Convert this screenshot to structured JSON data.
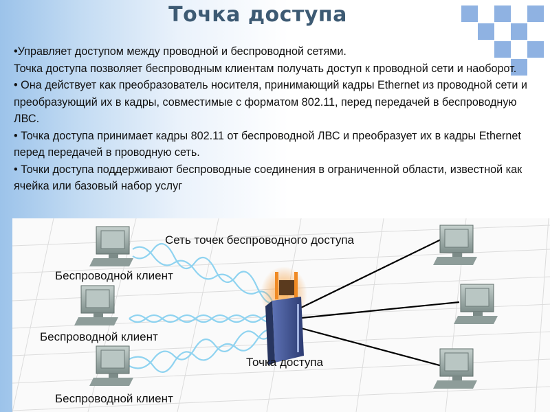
{
  "slide": {
    "title": "Точка доступа",
    "paragraphs": [
      "•Управляет доступом между проводной и беспроводной сетями.",
      "Точка доступа позволяет беспроводным клиентам получать доступ к проводной сети и наоборот.",
      "• Она действует как преобразователь носителя, принимающий кадры Ethernet из проводной сети и преобразующий их в кадры, совместимые с форматом 802.11, перед передачей в беспроводную ЛВС.",
      "• Точка доступа принимает кадры 802.11 от беспроводной ЛВС и преобразует их в кадры Ethernet перед передачей в проводную сеть.",
      "• Точки доступа поддерживают беспроводные соединения в ограниченной области, известной как ячейка или базовый набор услуг"
    ]
  },
  "diagram": {
    "network_label": "Сеть точек беспроводного доступа",
    "access_point_label": "Точка доступа",
    "client_labels": [
      "Беспроводной клиент",
      "Беспроводной клиент",
      "Беспроводной клиент"
    ]
  },
  "colors": {
    "title": "#3d5a73",
    "squares": "#8fb2e2",
    "wave": "#8fd3f0",
    "monitor": "#9aa9a6",
    "access_point": "#3c4f8f",
    "antenna_glow": "#f08a24"
  },
  "icons": [
    "wireless-client-computer-icon",
    "wired-computer-icon",
    "access-point-router-icon"
  ]
}
